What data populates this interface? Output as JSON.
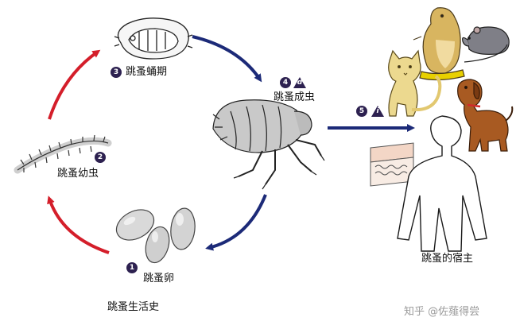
{
  "stages": {
    "pupa": {
      "number": "3",
      "label": "跳蚤蛹期"
    },
    "adult": {
      "number": "4",
      "letter": "d",
      "label": "跳蚤成虫"
    },
    "larva": {
      "number": "2",
      "label": "跳蚤幼虫"
    },
    "egg": {
      "number": "1",
      "label": "跳蚤卵"
    },
    "host": {
      "number": "5",
      "letter": "i",
      "label": "跳蚤的宿主"
    }
  },
  "caption": "跳蚤生活史",
  "watermark": "知乎 @佐薤得尝",
  "colors": {
    "red_arrow": "#d41e2a",
    "blue_arrow": "#1c2a78",
    "badge": "#2d2150"
  },
  "icons": [
    "pupa-icon",
    "flea-icon",
    "larva-icon",
    "eggs-icon",
    "cat-icon",
    "prairie-dog-icon",
    "rat-icon",
    "dog-icon",
    "human-silhouette-icon",
    "skin-section-icon"
  ]
}
